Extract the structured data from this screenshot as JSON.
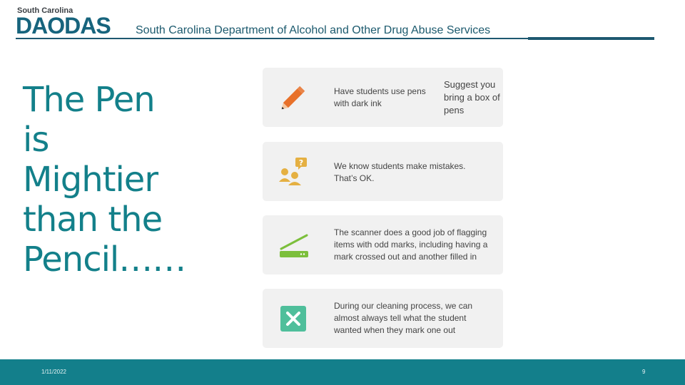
{
  "header": {
    "logo_small": "South Carolina",
    "logo_big": "DAODAS",
    "org_name": "South Carolina Department of Alcohol and Other Drug Abuse Services"
  },
  "title_lines": [
    "The Pen",
    "is",
    "Mightier",
    "than the",
    "Pencil……"
  ],
  "cards": [
    {
      "icon": "pencil-icon",
      "text": "Have students use pens with dark ink",
      "aside": "Suggest you bring a box of pens"
    },
    {
      "icon": "people-question-icon",
      "text": "We know students make mistakes. That’s OK."
    },
    {
      "icon": "scanner-icon",
      "text": "The scanner does a good job of flagging items with odd marks, including having a mark crossed out and another filled in"
    },
    {
      "icon": "x-mark-icon",
      "text": "During our cleaning process, we can almost always tell what the student wanted when they mark one out"
    }
  ],
  "colors": {
    "accent": "#137f8b",
    "header_text": "#1c5a6e",
    "pencil": "#e8712a",
    "people": "#e5b042",
    "scanner": "#7cbf3c",
    "x_mark": "#4fbf9b"
  },
  "footer": {
    "date": "1/11/2022",
    "page": "9"
  }
}
